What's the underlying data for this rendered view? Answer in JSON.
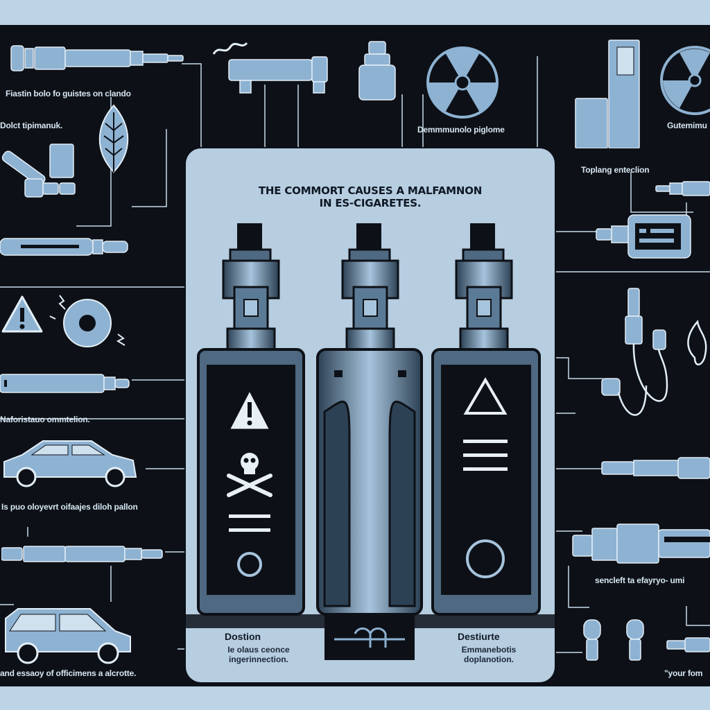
{
  "panel": {
    "title_line1": "THE COMMORT CAUSES A MALFAMNON",
    "title_line2": "IN ES-CIGARETES.",
    "left_caption_heading": "Dostion",
    "left_caption_body": "Ie olaus ceonce ingerinnection.",
    "right_caption_heading": "Destiurte",
    "right_caption_body": "Emmanebotis doplanotion."
  },
  "labels": {
    "top_left": "Fiastin bolo fo guistes on clando",
    "mid_left": "Dolct tipimanuk.",
    "left_middle": "Naforistauo ommtelion.",
    "left_car": "Is puo oloyevrt oifaajes diloh pallon",
    "bottom_left": "and essaoy of officimens a alcrotte.",
    "top_center": "Demmmunolo piglome",
    "top_right": "Gutemimu",
    "right_upper": "Toplang enteclion",
    "right_lower": "sencleft ta efayryo- umi",
    "bottom_right": "\"your fom"
  },
  "colors": {
    "background": "#0d1117",
    "frame": "#bcd4e6",
    "panel": "#b7cde0",
    "metal": "#8eb2d2",
    "line": "#c9dceb"
  }
}
